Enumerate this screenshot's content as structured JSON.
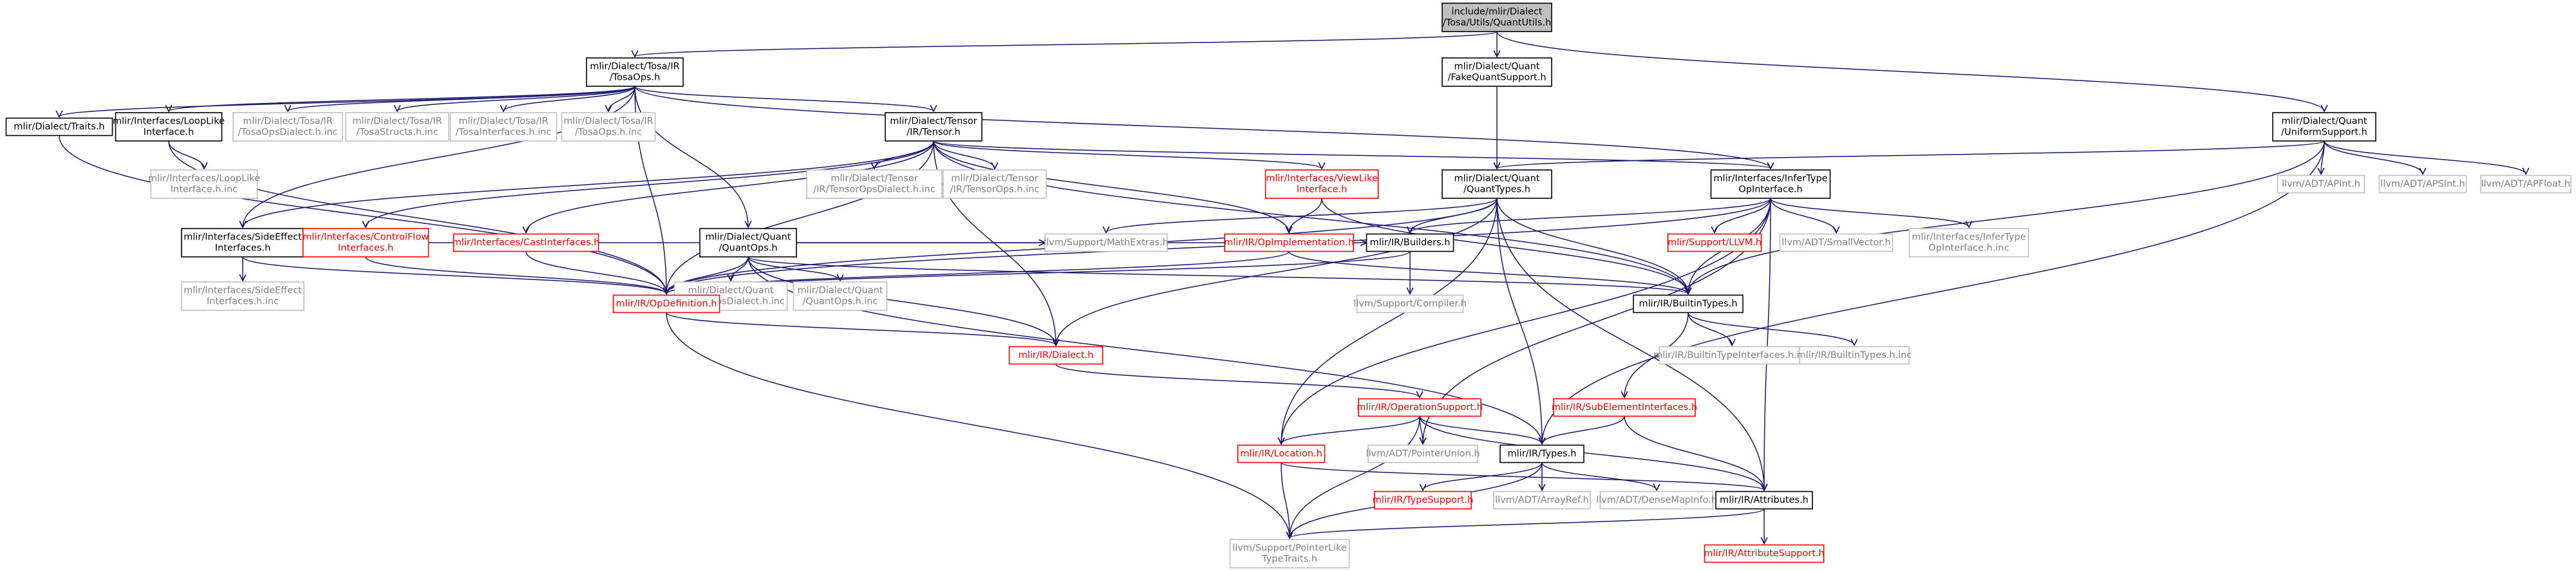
{
  "graph": {
    "title": "include/mlir/Dialect/Tosa/Utils/QuantUtils.h",
    "colors": {
      "root_fill": "#bfbfbf",
      "box_stroke": "#000000",
      "missing_stroke": "#bfbfbf",
      "missing_text": "#808080",
      "undocumented_stroke": "#ff0000",
      "undocumented_text": "#ff0000",
      "edge": "#191970"
    },
    "nodes": [
      {
        "id": "root",
        "lines": [
          "include/mlir/Dialect",
          "/Tosa/Utils/QuantUtils.h"
        ],
        "kind": "root"
      },
      {
        "id": "tosaops",
        "lines": [
          "mlir/Dialect/Tosa/IR",
          "/TosaOps.h"
        ],
        "kind": "normal"
      },
      {
        "id": "fakequant",
        "lines": [
          "mlir/Dialect/Quant",
          "/FakeQuantSupport.h"
        ],
        "kind": "normal"
      },
      {
        "id": "uniform",
        "lines": [
          "mlir/Dialect/Quant",
          "/UniformSupport.h"
        ],
        "kind": "normal"
      },
      {
        "id": "traits",
        "lines": [
          "mlir/Dialect/Traits.h"
        ],
        "kind": "normal"
      },
      {
        "id": "looplike",
        "lines": [
          "mlir/Interfaces/LoopLike",
          "Interface.h"
        ],
        "kind": "normal"
      },
      {
        "id": "tosaopsdialect",
        "lines": [
          "mlir/Dialect/Tosa/IR",
          "/TosaOpsDialect.h.inc"
        ],
        "kind": "missing"
      },
      {
        "id": "tosastructs",
        "lines": [
          "mlir/Dialect/Tosa/IR",
          "/TosaStructs.h.inc"
        ],
        "kind": "missing"
      },
      {
        "id": "tosainterfaces",
        "lines": [
          "mlir/Dialect/Tosa/IR",
          "/TosaInterfaces.h.inc"
        ],
        "kind": "missing"
      },
      {
        "id": "tosaopsinc",
        "lines": [
          "mlir/Dialect/Tosa/IR",
          "/TosaOps.h.inc"
        ],
        "kind": "missing"
      },
      {
        "id": "tensor",
        "lines": [
          "mlir/Dialect/Tensor",
          "/IR/Tensor.h"
        ],
        "kind": "normal"
      },
      {
        "id": "looplikeinc",
        "lines": [
          "mlir/Interfaces/LoopLike",
          "Interface.h.inc"
        ],
        "kind": "missing"
      },
      {
        "id": "sideeffect",
        "lines": [
          "mlir/Interfaces/SideEffect",
          "Interfaces.h"
        ],
        "kind": "normal"
      },
      {
        "id": "controlflow",
        "lines": [
          "mlir/Interfaces/ControlFlow",
          "Interfaces.h"
        ],
        "kind": "undocumented"
      },
      {
        "id": "castinterfaces",
        "lines": [
          "mlir/Interfaces/CastInterfaces.h"
        ],
        "kind": "undocumented"
      },
      {
        "id": "quantops",
        "lines": [
          "mlir/Dialect/Quant",
          "/QuantOps.h"
        ],
        "kind": "normal"
      },
      {
        "id": "tensoropsdialect",
        "lines": [
          "mlir/Dialect/Tensor",
          "/IR/TensorOpsDialect.h.inc"
        ],
        "kind": "missing"
      },
      {
        "id": "tensoropsinc",
        "lines": [
          "mlir/Dialect/Tensor",
          "/IR/TensorOps.h.inc"
        ],
        "kind": "missing"
      },
      {
        "id": "viewlike",
        "lines": [
          "mlir/Interfaces/ViewLike",
          "Interface.h"
        ],
        "kind": "undocumented"
      },
      {
        "id": "quanttypes",
        "lines": [
          "mlir/Dialect/Quant",
          "/QuantTypes.h"
        ],
        "kind": "normal"
      },
      {
        "id": "infertype",
        "lines": [
          "mlir/Interfaces/InferType",
          "OpInterface.h"
        ],
        "kind": "normal"
      },
      {
        "id": "apint",
        "lines": [
          "llvm/ADT/APInt.h"
        ],
        "kind": "missing"
      },
      {
        "id": "apsint",
        "lines": [
          "llvm/ADT/APSInt.h"
        ],
        "kind": "missing"
      },
      {
        "id": "apfloat",
        "lines": [
          "llvm/ADT/APFloat.h"
        ],
        "kind": "missing"
      },
      {
        "id": "sideeffectinc",
        "lines": [
          "mlir/Interfaces/SideEffect",
          "Interfaces.h.inc"
        ],
        "kind": "missing"
      },
      {
        "id": "quantopsdialect",
        "lines": [
          "mlir/Dialect/Quant",
          "/QuantOpsDialect.h.inc"
        ],
        "kind": "missing"
      },
      {
        "id": "quantopsinc",
        "lines": [
          "mlir/Dialect/Quant",
          "/QuantOps.h.inc"
        ],
        "kind": "missing"
      },
      {
        "id": "mathextras",
        "lines": [
          "llvm/Support/MathExtras.h"
        ],
        "kind": "missing"
      },
      {
        "id": "opimpl",
        "lines": [
          "mlir/IR/OpImplementation.h"
        ],
        "kind": "undocumented"
      },
      {
        "id": "builders",
        "lines": [
          "mlir/IR/Builders.h"
        ],
        "kind": "normal"
      },
      {
        "id": "llvmh",
        "lines": [
          "mlir/Support/LLVM.h"
        ],
        "kind": "undocumented"
      },
      {
        "id": "smallvector",
        "lines": [
          "llvm/ADT/SmallVector.h"
        ],
        "kind": "missing"
      },
      {
        "id": "infertypeinc",
        "lines": [
          "mlir/Interfaces/InferType",
          "OpInterface.h.inc"
        ],
        "kind": "missing"
      },
      {
        "id": "opdef",
        "lines": [
          "mlir/IR/OpDefinition.h"
        ],
        "kind": "undocumented"
      },
      {
        "id": "compiler",
        "lines": [
          "llvm/Support/Compiler.h"
        ],
        "kind": "missing"
      },
      {
        "id": "builtintypes",
        "lines": [
          "mlir/IR/BuiltinTypes.h"
        ],
        "kind": "normal"
      },
      {
        "id": "builtintypeinterfaces",
        "lines": [
          "mlir/IR/BuiltinTypeInterfaces.h.inc"
        ],
        "kind": "missing"
      },
      {
        "id": "builtintypesinc",
        "lines": [
          "mlir/IR/BuiltinTypes.h.inc"
        ],
        "kind": "missing"
      },
      {
        "id": "dialect",
        "lines": [
          "mlir/IR/Dialect.h"
        ],
        "kind": "undocumented"
      },
      {
        "id": "opsupport",
        "lines": [
          "mlir/IR/OperationSupport.h"
        ],
        "kind": "undocumented"
      },
      {
        "id": "subelement",
        "lines": [
          "mlir/IR/SubElementInterfaces.h"
        ],
        "kind": "undocumented"
      },
      {
        "id": "location",
        "lines": [
          "mlir/IR/Location.h"
        ],
        "kind": "undocumented"
      },
      {
        "id": "pointerunion",
        "lines": [
          "llvm/ADT/PointerUnion.h"
        ],
        "kind": "missing"
      },
      {
        "id": "types",
        "lines": [
          "mlir/IR/Types.h"
        ],
        "kind": "normal"
      },
      {
        "id": "typesupport",
        "lines": [
          "mlir/IR/TypeSupport.h"
        ],
        "kind": "undocumented"
      },
      {
        "id": "arrayref",
        "lines": [
          "llvm/ADT/ArrayRef.h"
        ],
        "kind": "missing"
      },
      {
        "id": "densemapinfo",
        "lines": [
          "llvm/ADT/DenseMapInfo.h"
        ],
        "kind": "missing"
      },
      {
        "id": "attributes",
        "lines": [
          "mlir/IR/Attributes.h"
        ],
        "kind": "normal"
      },
      {
        "id": "pointerlike",
        "lines": [
          "llvm/Support/PointerLike",
          "TypeTraits.h"
        ],
        "kind": "missing"
      },
      {
        "id": "attrsupport",
        "lines": [
          "mlir/IR/AttributeSupport.h"
        ],
        "kind": "undocumented"
      }
    ],
    "edges": [
      [
        "root",
        "tosaops"
      ],
      [
        "root",
        "fakequant"
      ],
      [
        "root",
        "uniform"
      ],
      [
        "tosaops",
        "traits"
      ],
      [
        "tosaops",
        "looplike"
      ],
      [
        "tosaops",
        "tosaopsdialect"
      ],
      [
        "tosaops",
        "tosastructs"
      ],
      [
        "tosaops",
        "tosainterfaces"
      ],
      [
        "tosaops",
        "tosaopsinc"
      ],
      [
        "tosaops",
        "tensor"
      ],
      [
        "tosaops",
        "quantops"
      ],
      [
        "tosaops",
        "infertype"
      ],
      [
        "tosaops",
        "sideeffect"
      ],
      [
        "tosaops",
        "opdef"
      ],
      [
        "fakequant",
        "quanttypes"
      ],
      [
        "uniform",
        "quanttypes"
      ],
      [
        "uniform",
        "apint"
      ],
      [
        "uniform",
        "apsint"
      ],
      [
        "uniform",
        "apfloat"
      ],
      [
        "uniform",
        "builtintypes"
      ],
      [
        "uniform",
        "types"
      ],
      [
        "traits",
        "opdef"
      ],
      [
        "looplike",
        "looplikeinc"
      ],
      [
        "looplike",
        "opdef"
      ],
      [
        "tensor",
        "sideeffect"
      ],
      [
        "tensor",
        "controlflow"
      ],
      [
        "tensor",
        "castinterfaces"
      ],
      [
        "tensor",
        "tensoropsdialect"
      ],
      [
        "tensor",
        "tensoropsinc"
      ],
      [
        "tensor",
        "viewlike"
      ],
      [
        "tensor",
        "infertype"
      ],
      [
        "tensor",
        "opimpl"
      ],
      [
        "tensor",
        "dialect"
      ],
      [
        "tensor",
        "opdef"
      ],
      [
        "tensor",
        "builtintypes"
      ],
      [
        "sideeffect",
        "sideeffectinc"
      ],
      [
        "sideeffect",
        "opdef"
      ],
      [
        "controlflow",
        "opdef"
      ],
      [
        "castinterfaces",
        "opdef"
      ],
      [
        "quantops",
        "quantopsdialect"
      ],
      [
        "quantops",
        "quantopsinc"
      ],
      [
        "quantops",
        "sideeffect"
      ],
      [
        "quantops",
        "mathextras"
      ],
      [
        "quantops",
        "builders"
      ],
      [
        "quantops",
        "dialect"
      ],
      [
        "quantops",
        "opdef"
      ],
      [
        "quantops",
        "types"
      ],
      [
        "quantops",
        "builtintypes"
      ],
      [
        "viewlike",
        "opimpl"
      ],
      [
        "viewlike",
        "builtintypes"
      ],
      [
        "quanttypes",
        "mathextras"
      ],
      [
        "quanttypes",
        "builders"
      ],
      [
        "quanttypes",
        "opdef"
      ],
      [
        "quanttypes",
        "builtintypes"
      ],
      [
        "quanttypes",
        "dialect"
      ],
      [
        "quanttypes",
        "location"
      ],
      [
        "quanttypes",
        "types"
      ],
      [
        "quanttypes",
        "attributes"
      ],
      [
        "infertype",
        "llvmh"
      ],
      [
        "infertype",
        "smallvector"
      ],
      [
        "infertype",
        "infertypeinc"
      ],
      [
        "infertype",
        "builders"
      ],
      [
        "infertype",
        "opdef"
      ],
      [
        "infertype",
        "builtintypes"
      ],
      [
        "infertype",
        "location"
      ],
      [
        "infertype",
        "pointerunion"
      ],
      [
        "infertype",
        "attributes"
      ],
      [
        "opimpl",
        "opdef"
      ],
      [
        "opimpl",
        "builtintypes"
      ],
      [
        "builders",
        "opdef"
      ],
      [
        "builders",
        "compiler"
      ],
      [
        "opdef",
        "dialect"
      ],
      [
        "opdef",
        "pointerlike"
      ],
      [
        "builtintypes",
        "builtintypeinterfaces"
      ],
      [
        "builtintypes",
        "builtintypesinc"
      ],
      [
        "builtintypes",
        "subelement"
      ],
      [
        "dialect",
        "opsupport"
      ],
      [
        "opsupport",
        "location"
      ],
      [
        "opsupport",
        "pointerunion"
      ],
      [
        "opsupport",
        "types"
      ],
      [
        "opsupport",
        "attributes"
      ],
      [
        "opsupport",
        "pointerlike"
      ],
      [
        "subelement",
        "types"
      ],
      [
        "subelement",
        "attributes"
      ],
      [
        "location",
        "attributes"
      ],
      [
        "location",
        "pointerlike"
      ],
      [
        "types",
        "typesupport"
      ],
      [
        "types",
        "arrayref"
      ],
      [
        "types",
        "densemapinfo"
      ],
      [
        "types",
        "pointerlike"
      ],
      [
        "attributes",
        "attrsupport"
      ],
      [
        "attributes",
        "pointerlike"
      ]
    ]
  }
}
